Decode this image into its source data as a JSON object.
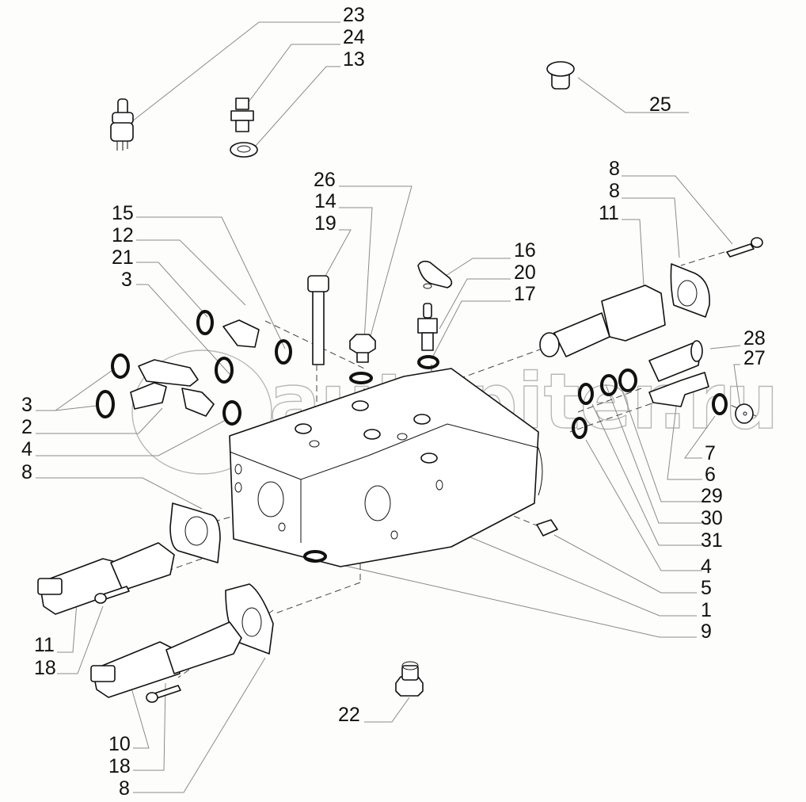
{
  "diagram": {
    "type": "exploded-parts-diagram",
    "subject": "hydraulic control valve assembly",
    "watermark": "autopiter.ru",
    "callouts": {
      "c23": "23",
      "c24": "24",
      "c13": "13",
      "c25": "25",
      "c26": "26",
      "c14": "14",
      "c19": "19",
      "c15": "15",
      "c12": "12",
      "c21": "21",
      "c3a": "3",
      "c3b": "3",
      "c2": "2",
      "c4a": "4",
      "c8a": "8",
      "c16": "16",
      "c20": "20",
      "c17": "17",
      "c8b": "8",
      "c8c": "8",
      "c11a": "11",
      "c28": "28",
      "c27": "27",
      "c7": "7",
      "c6": "6",
      "c29": "29",
      "c30": "30",
      "c31": "31",
      "c4b": "4",
      "c5": "5",
      "c1": "1",
      "c9": "9",
      "c11b": "11",
      "c18a": "18",
      "c22": "22",
      "c10": "10",
      "c18b": "18",
      "c8d": "8"
    }
  }
}
